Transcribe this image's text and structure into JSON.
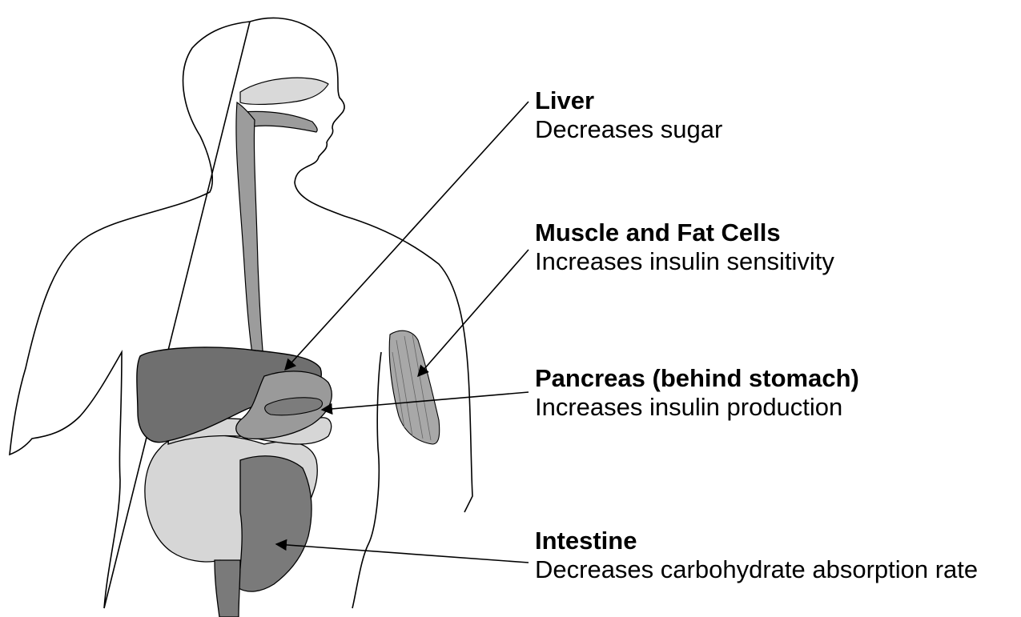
{
  "labels": [
    {
      "title": "Liver",
      "description": "Decreases sugar"
    },
    {
      "title": "Muscle and Fat Cells",
      "description": "Increases insulin sensitivity"
    },
    {
      "title": "Pancreas (behind stomach)",
      "description": "Increases insulin production"
    },
    {
      "title": "Intestine",
      "description": "Decreases carbohydrate absorption rate"
    }
  ],
  "colors": {
    "outline": "#000000",
    "liver": "#6f6f6f",
    "stomach": "#9a9a9a",
    "pancreas": "#7c7c7c",
    "small_intestine": "#d6d6d6",
    "large_intestine": "#7a7a7a",
    "esophagus": "#9c9c9c",
    "muscle": "#a8a8a8"
  }
}
